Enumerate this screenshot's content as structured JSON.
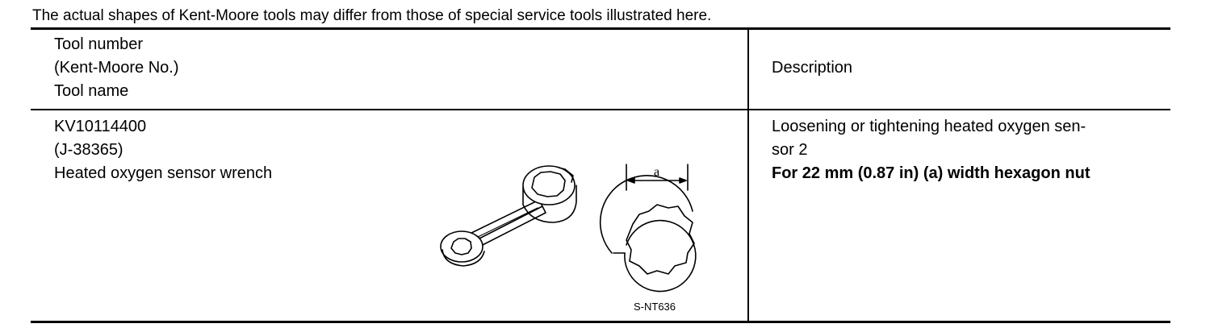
{
  "note": "The actual shapes of Kent-Moore tools may differ from those of special service tools illustrated here.",
  "table": {
    "header": {
      "left_lines": [
        "Tool number",
        "(Kent-Moore No.)",
        "Tool name"
      ],
      "right": "Description"
    },
    "row": {
      "tool_number": "KV10114400",
      "kent_moore_no": "(J-38365)",
      "tool_name": "Heated oxygen sensor wrench",
      "description_lines": [
        "Loosening or tightening heated oxygen sen-",
        "sor 2"
      ],
      "description_bold": "For 22 mm (0.87 in) (a) width hexagon nut"
    }
  },
  "illustration": {
    "dimension_label": "a",
    "figure_code": "S-NT636",
    "icon": "oxygen-sensor-wrench-illustration"
  }
}
